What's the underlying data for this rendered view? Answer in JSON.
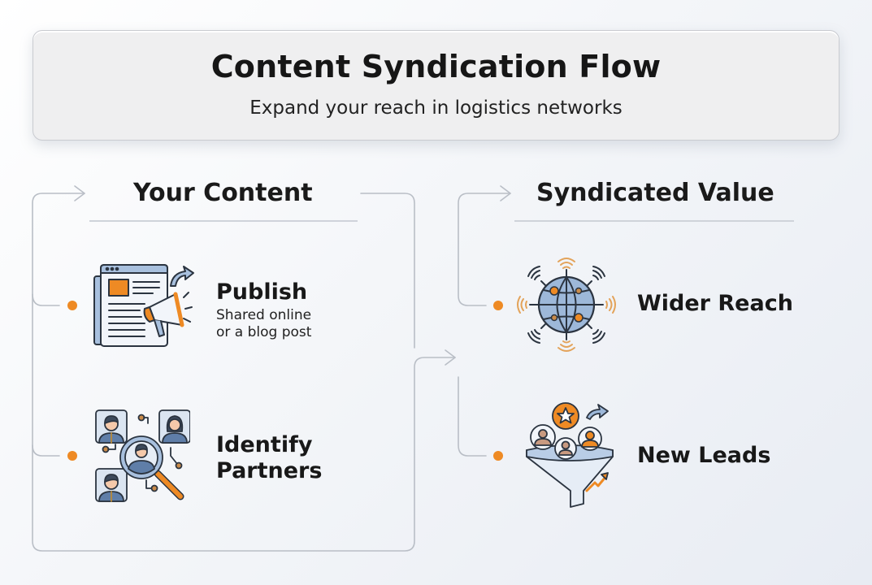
{
  "header": {
    "title": "Content Syndication Flow",
    "subtitle": "Expand your reach in logistics networks"
  },
  "left_section": {
    "title": "Your Content",
    "items": [
      {
        "title": "Publish",
        "description_lines": [
          "Shared online",
          "or a blog post"
        ],
        "icon": "webpage-megaphone-icon"
      },
      {
        "title_lines": [
          "Identify",
          "Partners"
        ],
        "icon": "partner-search-icon"
      }
    ]
  },
  "right_section": {
    "title": "Syndicated Value",
    "items": [
      {
        "title": "Wider Reach",
        "icon": "globe-broadcast-icon"
      },
      {
        "title": "New Leads",
        "icon": "lead-funnel-icon"
      }
    ]
  },
  "colors": {
    "accent_orange": "#ee8a24",
    "icon_blue": "#9db8d9",
    "icon_outline": "#2b3440",
    "connector_gray": "#b9bec6",
    "header_bg": "#efeff0"
  }
}
